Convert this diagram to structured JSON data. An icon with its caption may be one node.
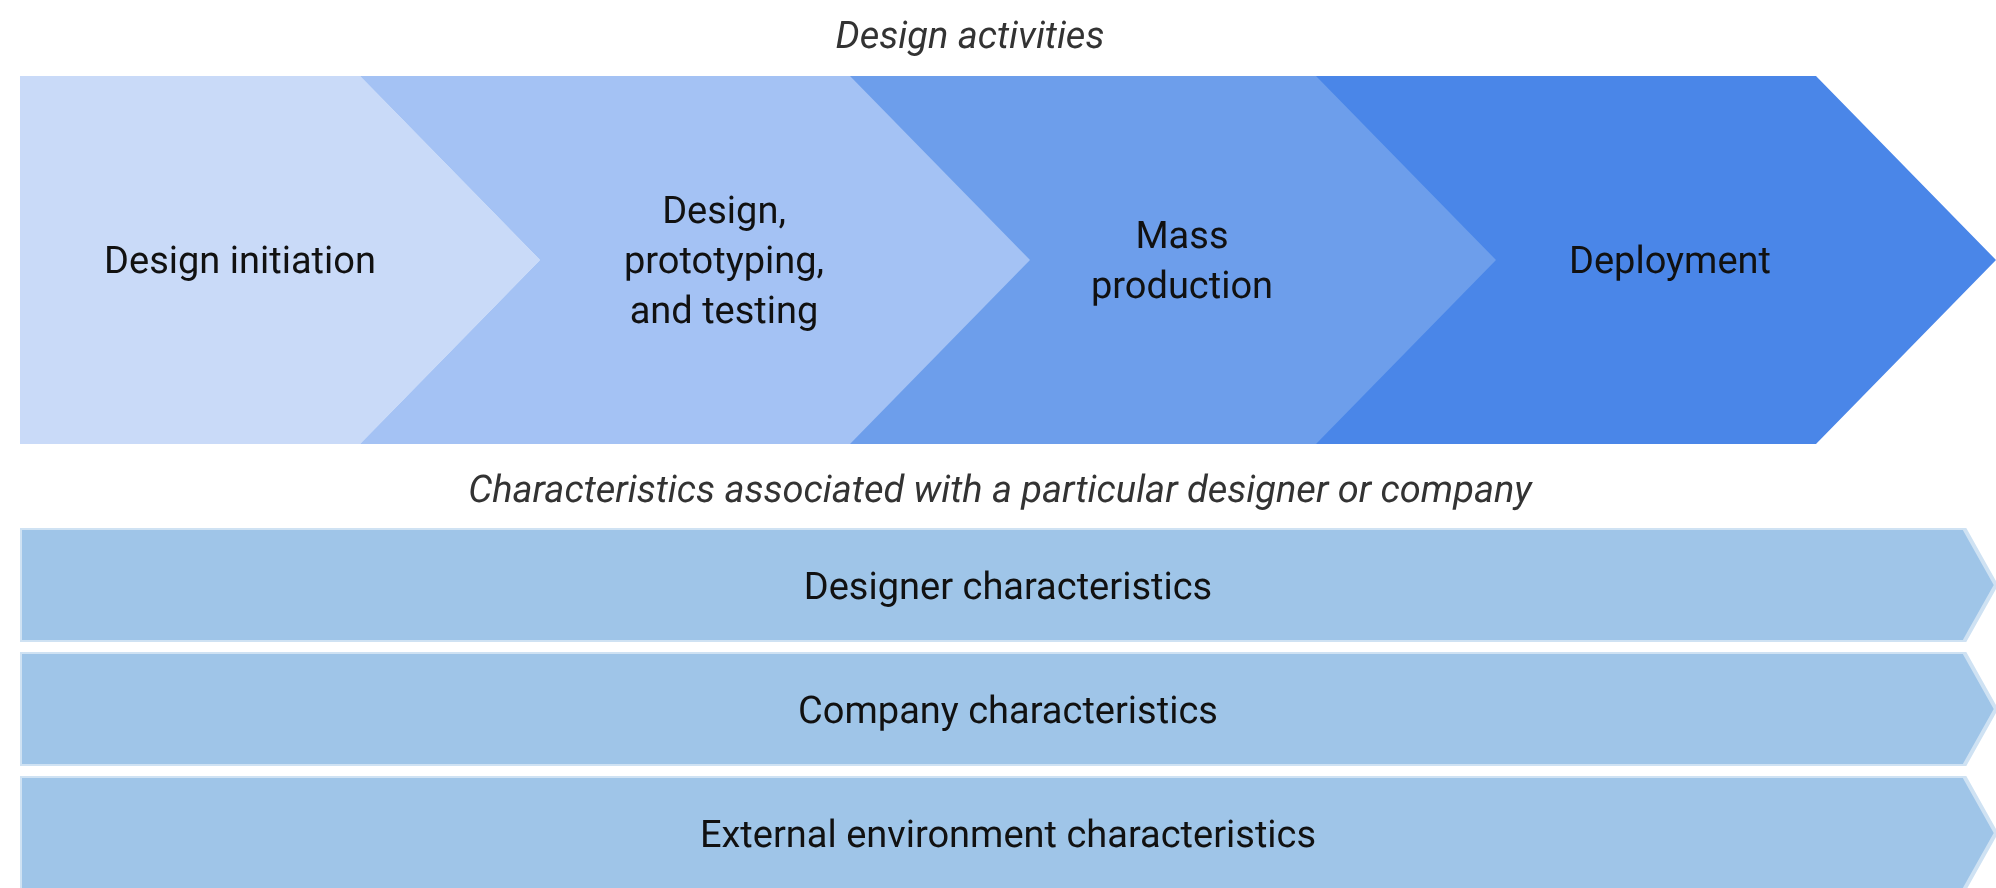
{
  "diagram": {
    "title": "Design activities",
    "nodes": [
      {
        "text": [
          "Design initiation"
        ]
      },
      {
        "text": [
          "Design, prototyping, and testing"
        ]
      },
      {
        "text": [
          "Mass production"
        ]
      },
      {
        "text": [
          "Deployment"
        ]
      },
      {
        "text": [
          "Designer characteristics"
        ]
      },
      {
        "text": [
          "Company characteristics"
        ]
      },
      {
        "text": [
          "External environment characteristics"
        ]
      }
    ],
    "edges": [],
    "labels": [
      "Characteristics associated with a particular designer or company"
    ]
  }
}
